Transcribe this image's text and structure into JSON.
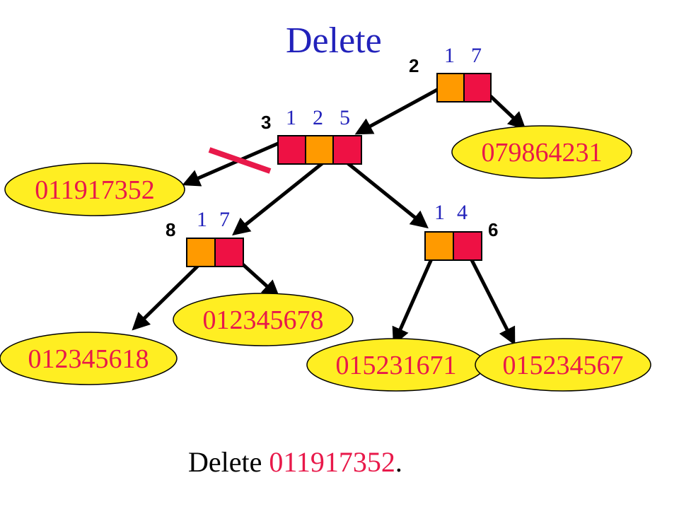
{
  "title": "Delete",
  "caption": {
    "prefix": "Delete ",
    "key": "011917352",
    "suffix": "."
  },
  "colors": {
    "title": "#2222bb",
    "index": "#2222bb",
    "key": "#e8194a",
    "leaf_fill": "#ffee22",
    "leaf_text": "#e8194a",
    "cell_orange": "#ff9a00",
    "cell_red": "#ee1144",
    "deleted_mark": "#e8194a"
  },
  "nodes": {
    "n2": {
      "label": "2",
      "indices": [
        "1",
        "7"
      ]
    },
    "n3": {
      "label": "3",
      "indices": [
        "1",
        "2",
        "5"
      ]
    },
    "n8": {
      "label": "8",
      "indices": [
        "1",
        "7"
      ]
    },
    "n6": {
      "label": "6",
      "indices": [
        "1",
        "4"
      ]
    }
  },
  "leaves": {
    "l1": "079864231",
    "l2": "011917352",
    "l3": "012345678",
    "l4": "012345618",
    "l5": "015231671",
    "l6": "015234567"
  }
}
